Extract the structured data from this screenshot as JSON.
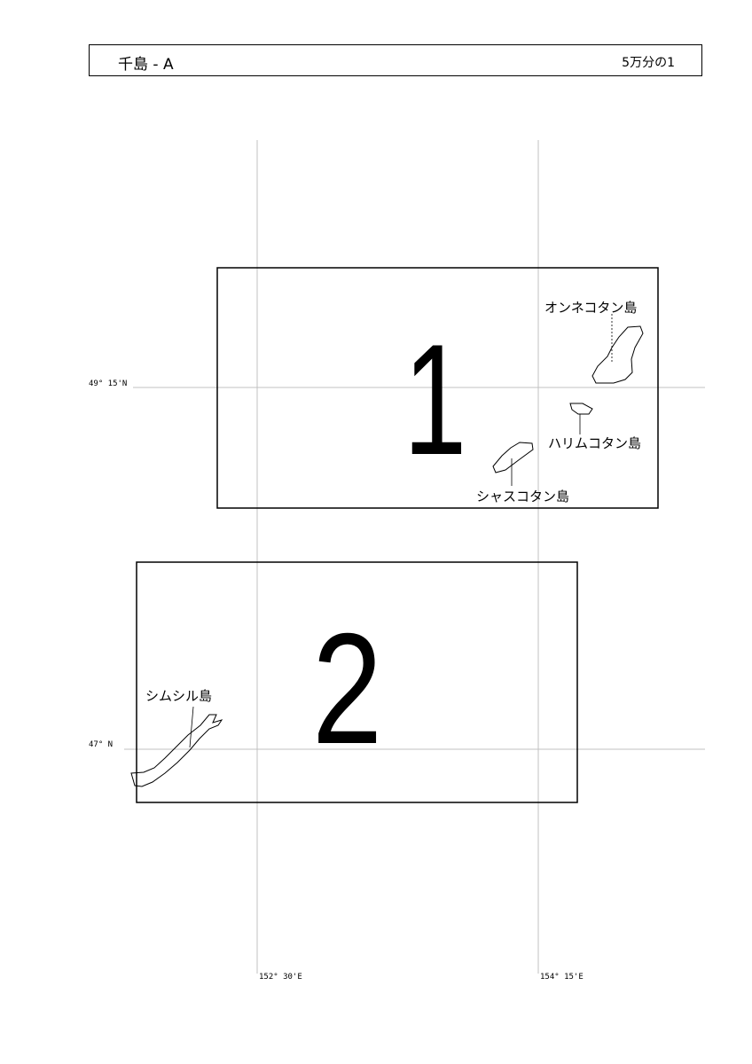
{
  "header": {
    "title": "千島 - A",
    "scale": "5万分の1"
  },
  "grid": {
    "lat_labels": [
      "49° 15'N",
      "47° N"
    ],
    "lon_labels": [
      "152° 30'E",
      "154° 15'E"
    ]
  },
  "sheets": [
    {
      "number": "1"
    },
    {
      "number": "2"
    }
  ],
  "islands": {
    "onnekotan": "オンネコタン島",
    "harimkotan": "ハリムコタン島",
    "shasukotan": "シャスコタン島",
    "simushir": "シムシル島"
  }
}
